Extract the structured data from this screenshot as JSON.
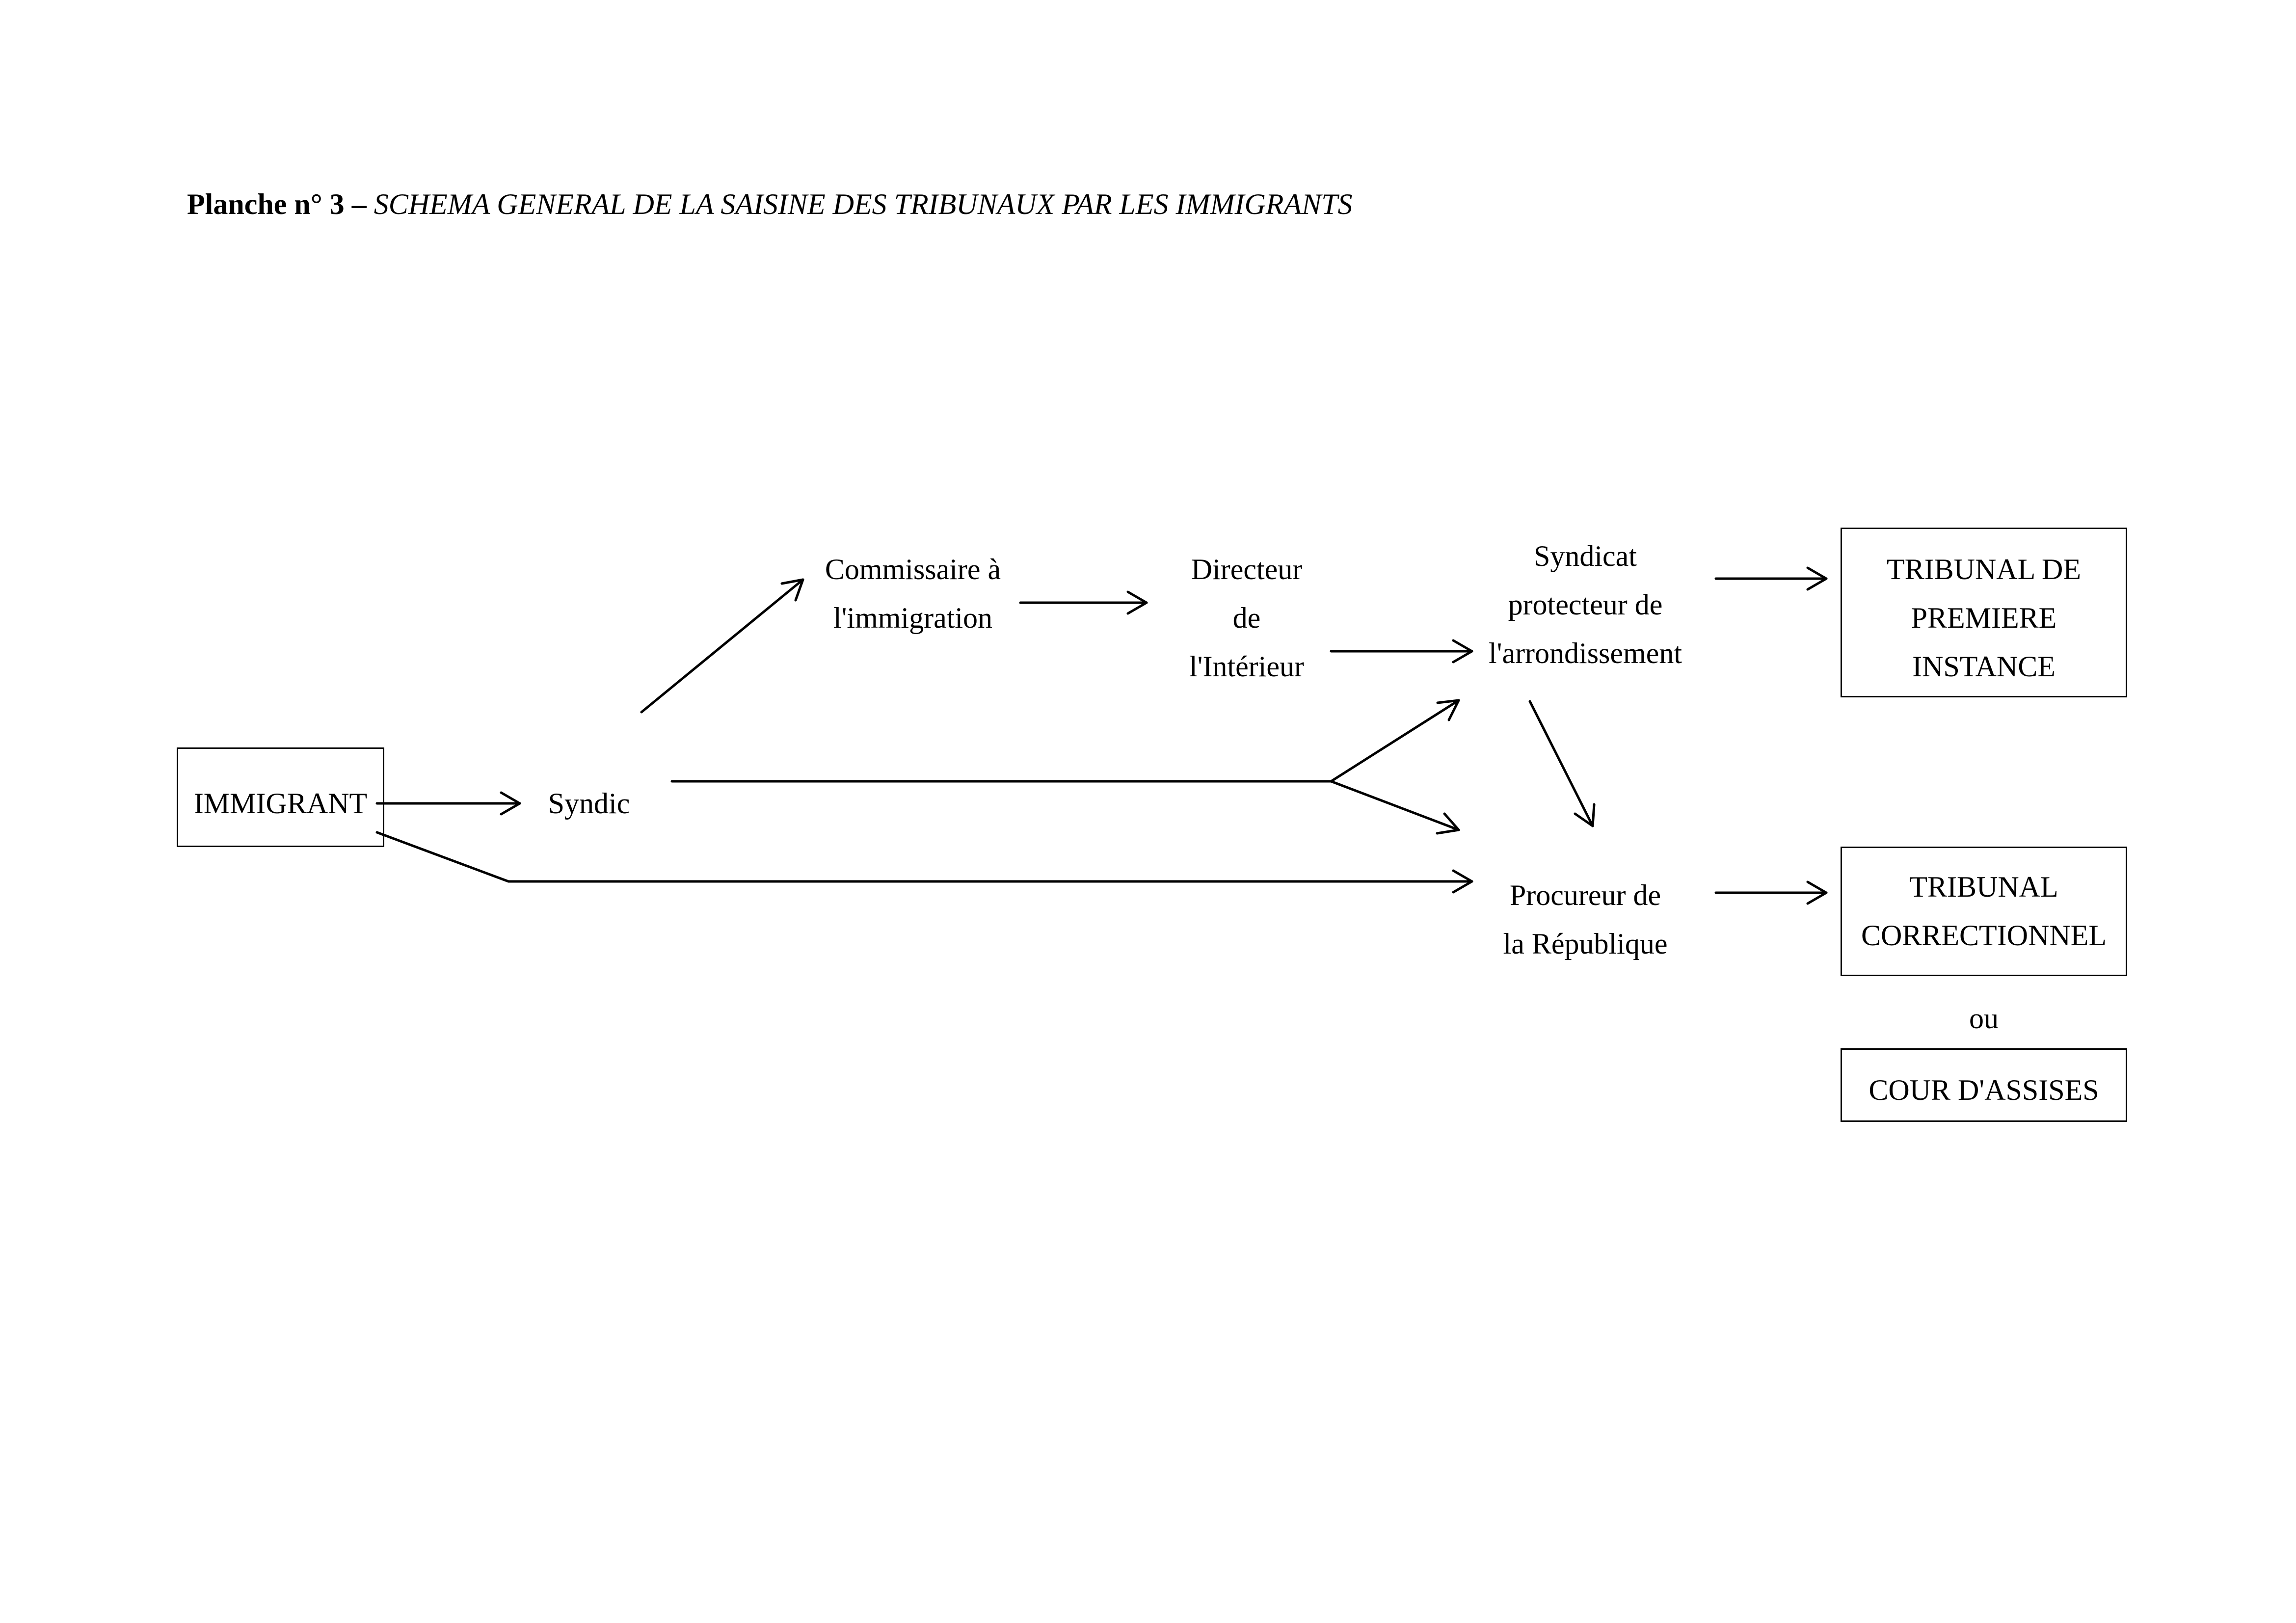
{
  "title": {
    "prefix": "Planche n° 3",
    "separator": " – ",
    "text": "SCHEMA GENERAL DE LA SAISINE DES TRIBUNAUX PAR LES IMMIGRANTS"
  },
  "nodes": {
    "immigrant": {
      "lines": [
        "IMMIGRANT"
      ]
    },
    "syndic": {
      "lines": [
        "Syndic"
      ]
    },
    "commissaire": {
      "lines": [
        "Commissaire à",
        "l'immigration"
      ]
    },
    "directeur": {
      "lines": [
        "Directeur",
        "de",
        "l'Intérieur"
      ]
    },
    "syndicat": {
      "lines": [
        "Syndicat",
        "protecteur de",
        "l'arrondissement"
      ]
    },
    "procureur": {
      "lines": [
        "Procureur de",
        "la République"
      ]
    },
    "tribunal_premiere": {
      "lines": [
        "TRIBUNAL DE",
        "PREMIERE",
        "INSTANCE"
      ]
    },
    "tribunal_correctionnel": {
      "lines": [
        "TRIBUNAL",
        "CORRECTIONNEL"
      ]
    },
    "ou": {
      "lines": [
        "ou"
      ]
    },
    "cour_assises": {
      "lines": [
        "COUR D'ASSISES"
      ]
    }
  },
  "edges": [
    {
      "from": "immigrant",
      "to": "syndic"
    },
    {
      "from": "immigrant",
      "to": "procureur"
    },
    {
      "from": "syndic",
      "to": "commissaire"
    },
    {
      "from": "syndic",
      "to": "syndicat"
    },
    {
      "from": "syndic",
      "to": "procureur"
    },
    {
      "from": "commissaire",
      "to": "directeur"
    },
    {
      "from": "directeur",
      "to": "syndicat"
    },
    {
      "from": "syndicat",
      "to": "tribunal_premiere"
    },
    {
      "from": "syndicat",
      "to": "procureur"
    },
    {
      "from": "procureur",
      "to": "tribunal_correctionnel"
    }
  ]
}
